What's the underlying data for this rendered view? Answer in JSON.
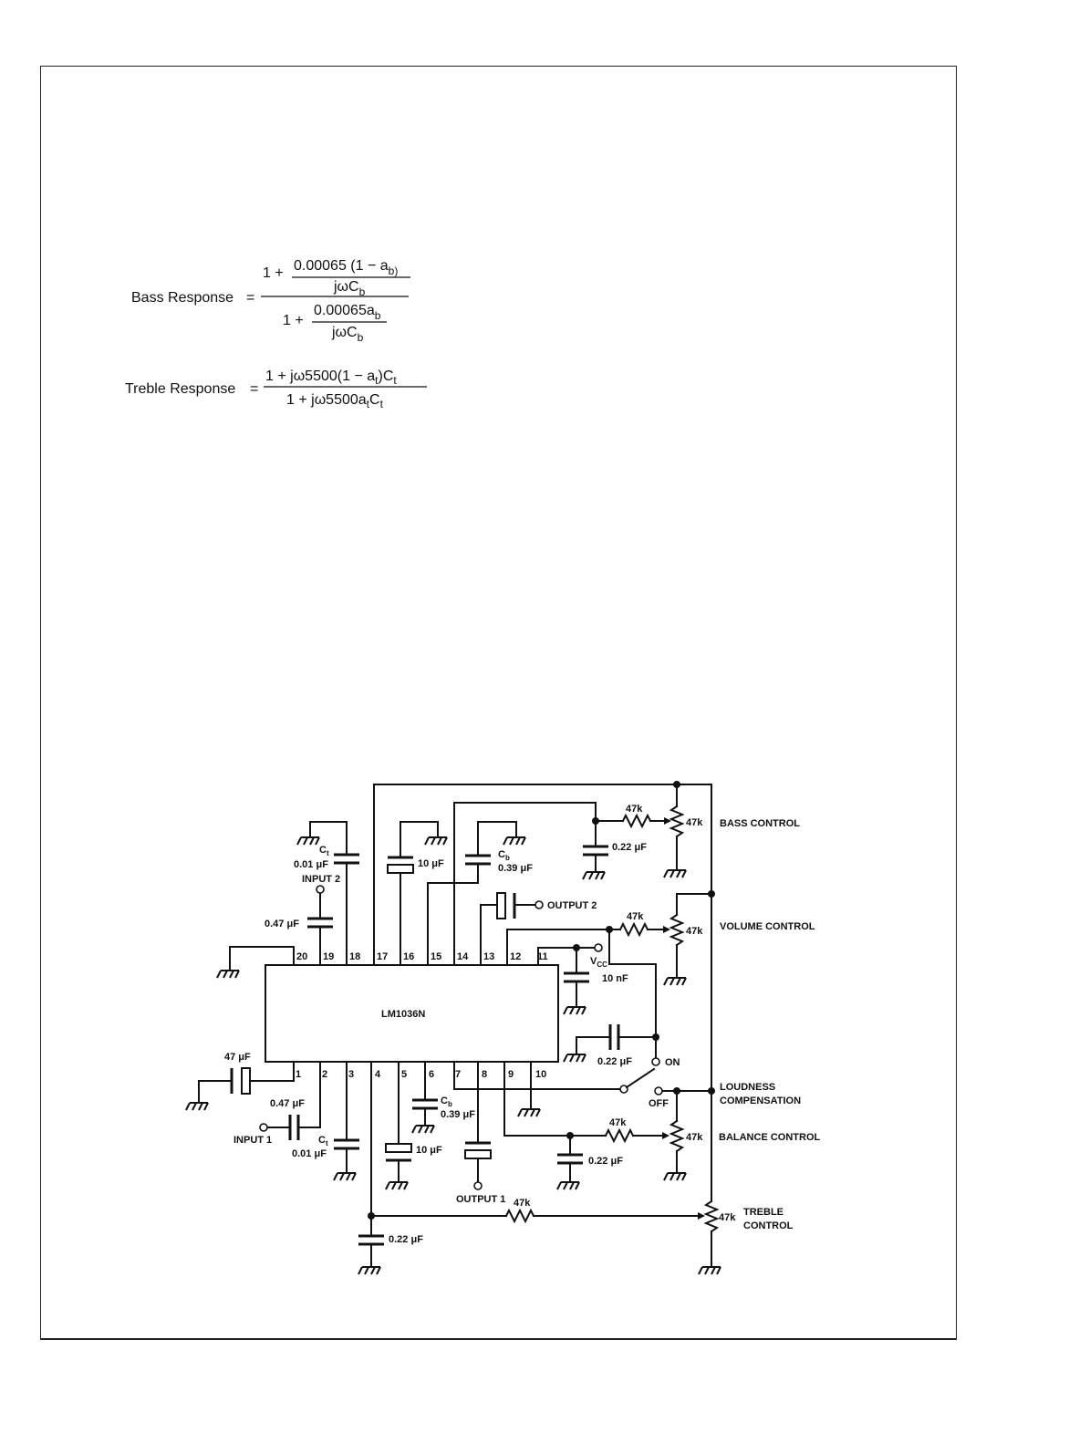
{
  "formulas": {
    "bass": {
      "label": "Bass Response",
      "eq": "=",
      "one_plus_top": "1 +",
      "top_num": "0.00065 (1 − a",
      "top_num_sub": "b)",
      "top_den": "jωC",
      "top_den_sub": "b",
      "one_plus_bot": "1 +",
      "bot_num": "0.00065a",
      "bot_num_sub": "b",
      "bot_den": "jωC",
      "bot_den_sub": "b"
    },
    "treble": {
      "label": "Treble Response",
      "eq": "=",
      "num": "1 + jω5500(1 − a",
      "num_sub": "t",
      "num_end": ")C",
      "num_end_sub": "t",
      "den": "1 + jω5500a",
      "den_sub": "t",
      "den_end": "C",
      "den_end_sub": "t"
    }
  },
  "schematic": {
    "chip_label": "LM1036N",
    "pins_top": [
      "20",
      "19",
      "18",
      "17",
      "16",
      "15",
      "14",
      "13",
      "12",
      "11"
    ],
    "pins_bottom": [
      "1",
      "2",
      "3",
      "4",
      "5",
      "6",
      "7",
      "8",
      "9",
      "10"
    ],
    "controls": {
      "bass": "BASS CONTROL",
      "volume": "VOLUME CONTROL",
      "loudness_1": "LOUDNESS",
      "loudness_2": "COMPENSATION",
      "balance": "BALANCE CONTROL",
      "treble_1": "TREBLE",
      "treble_2": "CONTROL"
    },
    "io": {
      "input1": "INPUT 1",
      "input2": "INPUT 2",
      "output1": "OUTPUT 1",
      "output2": "OUTPUT 2",
      "vcc": "V",
      "vcc_sub": "CC",
      "on": "ON",
      "off": "OFF"
    },
    "values": {
      "ct": "C",
      "ct_sub": "t",
      "cb": "C",
      "cb_sub": "b",
      "c001": "0.01 μF",
      "c047": "0.47 μF",
      "c10u": "10 μF",
      "c039": "0.39 μF",
      "c022": "0.22 μF",
      "c10n": "10 nF",
      "c47u": "47 μF",
      "r47k": "47k"
    }
  }
}
